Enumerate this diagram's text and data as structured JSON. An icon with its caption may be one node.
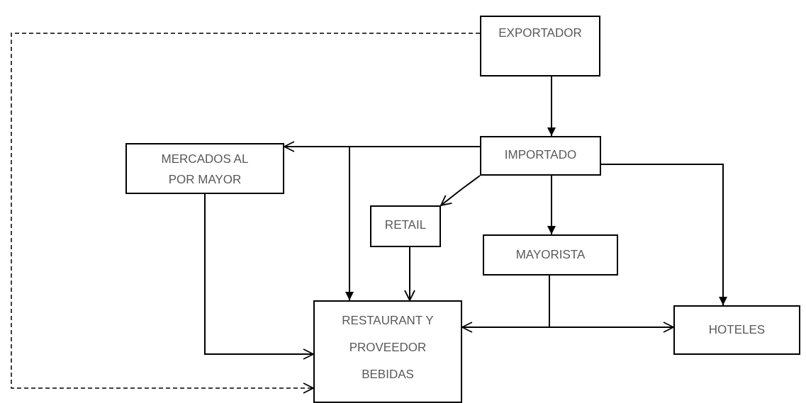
{
  "diagram": {
    "nodes": [
      {
        "text": [
          "EXPORTADOR"
        ]
      },
      {
        "text": [
          "MERCADOS AL POR MAYOR"
        ]
      },
      {
        "text": [
          "IMPORTADO"
        ]
      },
      {
        "text": [
          "RETAIL"
        ]
      },
      {
        "text": [
          "MAYORISTA"
        ]
      },
      {
        "text": [
          "RESTAURANT Y PROVEEDOR BEBIDAS"
        ]
      },
      {
        "text": [
          "HOTELES"
        ]
      }
    ],
    "edges": [
      {
        "from": 0,
        "to": 5,
        "arrow": "to",
        "style": "dashed"
      },
      {
        "from": 0,
        "to": 2,
        "arrow": "to"
      },
      {
        "from": 2,
        "to": 1,
        "arrow": "to"
      },
      {
        "from": 2,
        "to": 5,
        "arrow": "to"
      },
      {
        "from": 2,
        "to": 3,
        "arrow": "to"
      },
      {
        "from": 2,
        "to": 4,
        "arrow": "to"
      },
      {
        "from": 2,
        "to": 6,
        "arrow": "to"
      },
      {
        "from": 1,
        "to": 5,
        "arrow": "to"
      },
      {
        "from": 3,
        "to": 5,
        "arrow": "to"
      },
      {
        "from": 4,
        "to": 5,
        "arrow": "to"
      },
      {
        "from": 4,
        "to": 6,
        "arrow": "to"
      }
    ]
  }
}
